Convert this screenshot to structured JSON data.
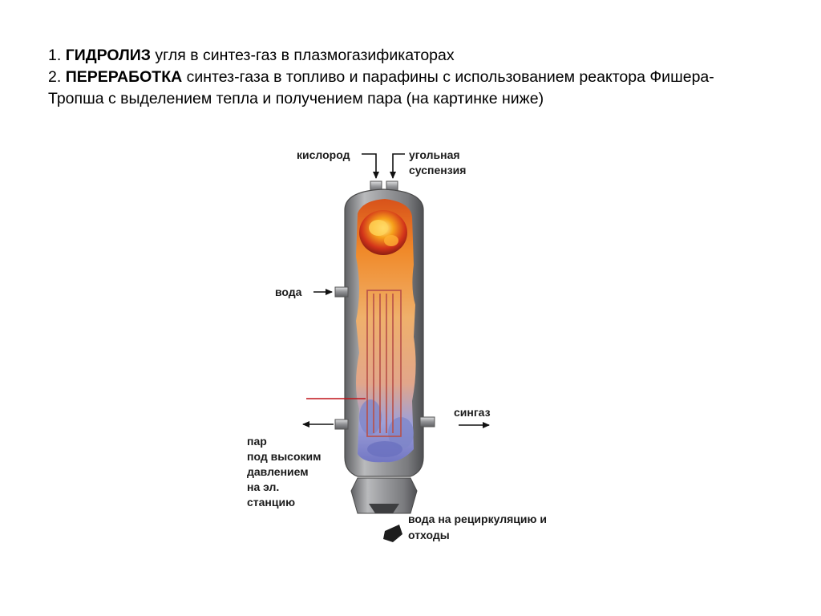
{
  "text": {
    "line1": {
      "num": "1. ",
      "bold": "ГИДРОЛИЗ",
      "rest": " угля в синтез-газ в плазмогазификаторах"
    },
    "line2": {
      "num": "2. ",
      "bold": "ПЕРЕРАБОТКА",
      "rest": " синтез-газа в топливо и парафины с использованием реактора Фишера-Тропша с выделением тепла и получением пара (на картинке ниже)"
    }
  },
  "diagram": {
    "labels": {
      "oxygen": "кислород",
      "coal_slurry_1": "угольная",
      "coal_slurry_2": "суспензия",
      "water": "вода",
      "syngas": "сингаз",
      "steam_1": "пар",
      "steam_2": "под высоким",
      "steam_3": "давлением",
      "steam_4": "на эл.",
      "steam_5": "станцию",
      "recycle_1": "вода на рециркуляцию и",
      "recycle_2": "отходы"
    },
    "colors": {
      "shell": "#8c8c8c",
      "fire": "#e8501a",
      "flame": "#f7a21b",
      "cool": "#7d86c8",
      "arrow": "#111111",
      "marker": "#c0141a"
    }
  }
}
